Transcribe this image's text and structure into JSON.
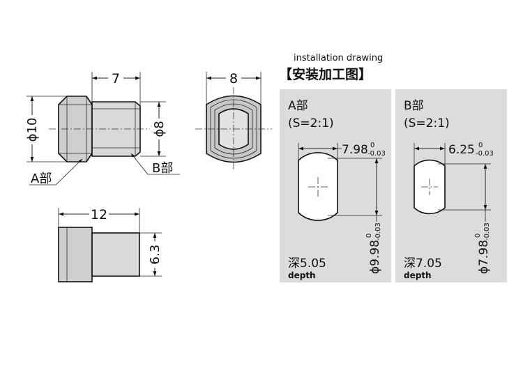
{
  "header": {
    "subtitle": "installation drawing",
    "title": "【安装加工图】"
  },
  "front_view": {
    "dim_top": "7",
    "dim_left": "ϕ10",
    "dim_right": "ϕ8",
    "label_a": "A部",
    "label_b": "B部"
  },
  "end_view": {
    "dim_top": "8"
  },
  "side_view": {
    "dim_top": "12",
    "dim_right": "6.3"
  },
  "panel_a": {
    "title": "A部",
    "scale": "(S=2:1)",
    "width_value": "7.98",
    "width_upper": "0",
    "width_lower": "-0.03",
    "height_value": "ϕ9.98",
    "height_upper": "0",
    "height_lower": "-0.03",
    "depth_value": "深5.05",
    "depth_label": "depth"
  },
  "panel_b": {
    "title": "B部",
    "scale": "(S=2:1)",
    "width_value": "6.25",
    "width_upper": "0",
    "width_lower": "-0.03",
    "height_value": "ϕ7.98",
    "height_upper": "0",
    "height_lower": "-0.03",
    "depth_value": "深7.05",
    "depth_label": "depth"
  },
  "colors": {
    "panel_bg": "#dcdcdc",
    "body_fill": "#d6d6d6",
    "body_fill_dark": "#c4c4c4",
    "ink": "#111111"
  }
}
